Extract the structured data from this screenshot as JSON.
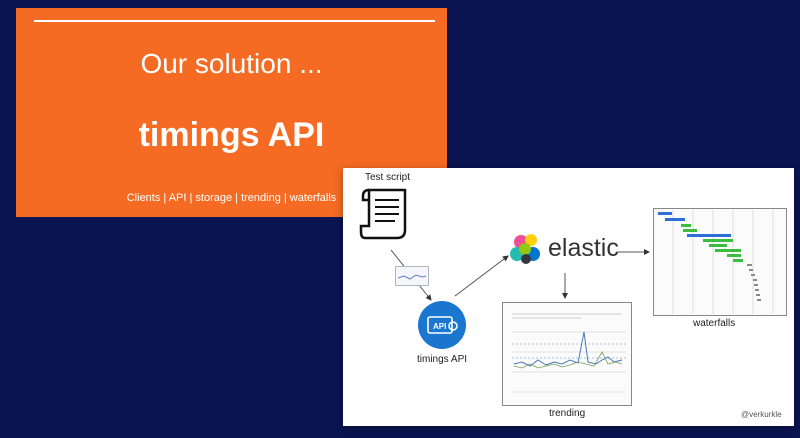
{
  "slide": {
    "heading": "Our solution ...",
    "title": "timings API",
    "subtitle": "Clients | API | storage | trending | waterfalls"
  },
  "diagram": {
    "test_script_label": "Test script",
    "elastic_label": "elastic",
    "api_badge": "API",
    "timings_api_label": "timings API",
    "trending_label": "trending",
    "waterfalls_label": "waterfalls",
    "handle": "@verkurkle"
  },
  "colors": {
    "background": "#0a1451",
    "orange": "#f56b23",
    "api_blue": "#1b76d0",
    "waterfall_green": "#3dbd3d",
    "waterfall_blue": "#2c6fd6"
  },
  "icons": {
    "test_script": "scroll-icon",
    "api": "api-gear-icon",
    "elastic": "elastic-logo"
  }
}
